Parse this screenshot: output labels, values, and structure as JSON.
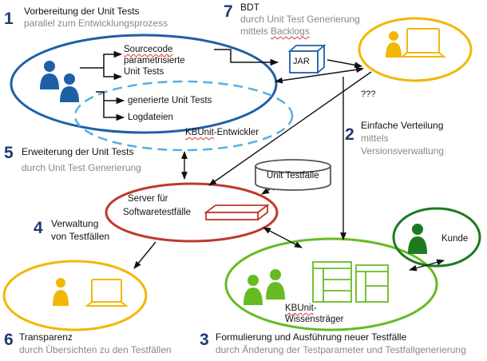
{
  "steps": {
    "s1": {
      "number": "1",
      "title": "Vorbereitung der Unit Tests",
      "subtitle": "parallel zum Entwicklungsprozess"
    },
    "s2": {
      "number": "2",
      "title": "Einfache Verteilung",
      "subtitle_line1": "mittels",
      "subtitle_line2": "Versionsverwaltung"
    },
    "s3": {
      "number": "3",
      "title": "Formulierung und Ausführung neuer Testfälle",
      "subtitle": "durch Änderung der Testparameter und Testfallgenerierung"
    },
    "s4": {
      "number": "4",
      "title_line1": "Verwaltung",
      "title_line2": "von Testfällen"
    },
    "s5": {
      "number": "5",
      "title": "Erweiterung der Unit Tests",
      "subtitle": "durch Unit Test Generierung"
    },
    "s6": {
      "number": "6",
      "title": "Transparenz",
      "subtitle": "durch Übersichten zu den Testfällen"
    },
    "s7": {
      "number": "7",
      "title": "BDT",
      "subtitle_line1": "durch Unit Test Generierung",
      "subtitle_line2_prefix": "mittels ",
      "subtitle_line2_word": "Backlogs"
    }
  },
  "labels": {
    "sourcecode": "Sourcecode",
    "param_line1": "parametrisierte",
    "param_line2": "Unit Tests",
    "generated": "generierte Unit Tests",
    "logfiles": "Logdateien",
    "developer_word": "KBUnit",
    "developer_suffix": "-Entwickler",
    "jar": "JAR",
    "unknown": "???",
    "testcases_db": "Unit Testfälle",
    "server_line1": "Server für",
    "server_line2": "Softwaretestfälle",
    "knowledge_word": "KBUnit",
    "knowledge_suffix": "-",
    "knowledge_line2": "Wissensträger",
    "customer": "Kunde"
  },
  "colors": {
    "blue": "#1f5fa8",
    "light_blue": "#5aaee0",
    "yellow": "#f2b705",
    "red": "#c0392b",
    "green": "#66bb22",
    "dark_green": "#1e7a1e",
    "navy": "#1f3a70",
    "gray": "#888888"
  },
  "icons": [
    "person-icon",
    "laptop-icon",
    "jar-box-icon",
    "database-icon",
    "server-box-icon",
    "window-icon"
  ]
}
